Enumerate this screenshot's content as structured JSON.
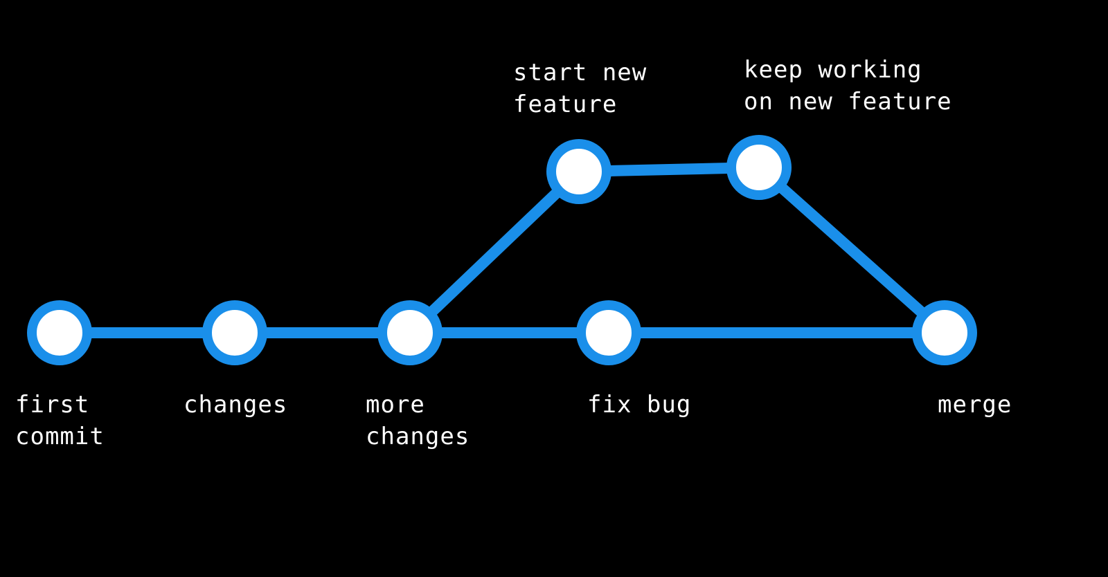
{
  "colors": {
    "background": "#000000",
    "branch": "#1a8fea",
    "node_fill": "#ffffff",
    "text": "#ffffff"
  },
  "commits": [
    {
      "id": "c1",
      "branch": "main",
      "label_lines": [
        "first",
        "commit"
      ]
    },
    {
      "id": "c2",
      "branch": "main",
      "label_lines": [
        "changes"
      ]
    },
    {
      "id": "c3",
      "branch": "main",
      "label_lines": [
        "more",
        "changes"
      ]
    },
    {
      "id": "c4",
      "branch": "feature",
      "label_lines": [
        "start new",
        "feature"
      ]
    },
    {
      "id": "c5",
      "branch": "feature",
      "label_lines": [
        "keep working",
        "on new feature"
      ]
    },
    {
      "id": "c6",
      "branch": "main",
      "label_lines": [
        "fix bug"
      ]
    },
    {
      "id": "c7",
      "branch": "main",
      "label_lines": [
        "merge"
      ]
    }
  ],
  "edges": [
    {
      "from": "c1",
      "to": "c2"
    },
    {
      "from": "c2",
      "to": "c3"
    },
    {
      "from": "c3",
      "to": "c6"
    },
    {
      "from": "c6",
      "to": "c7"
    },
    {
      "from": "c3",
      "to": "c4"
    },
    {
      "from": "c4",
      "to": "c5"
    },
    {
      "from": "c5",
      "to": "c7"
    }
  ]
}
